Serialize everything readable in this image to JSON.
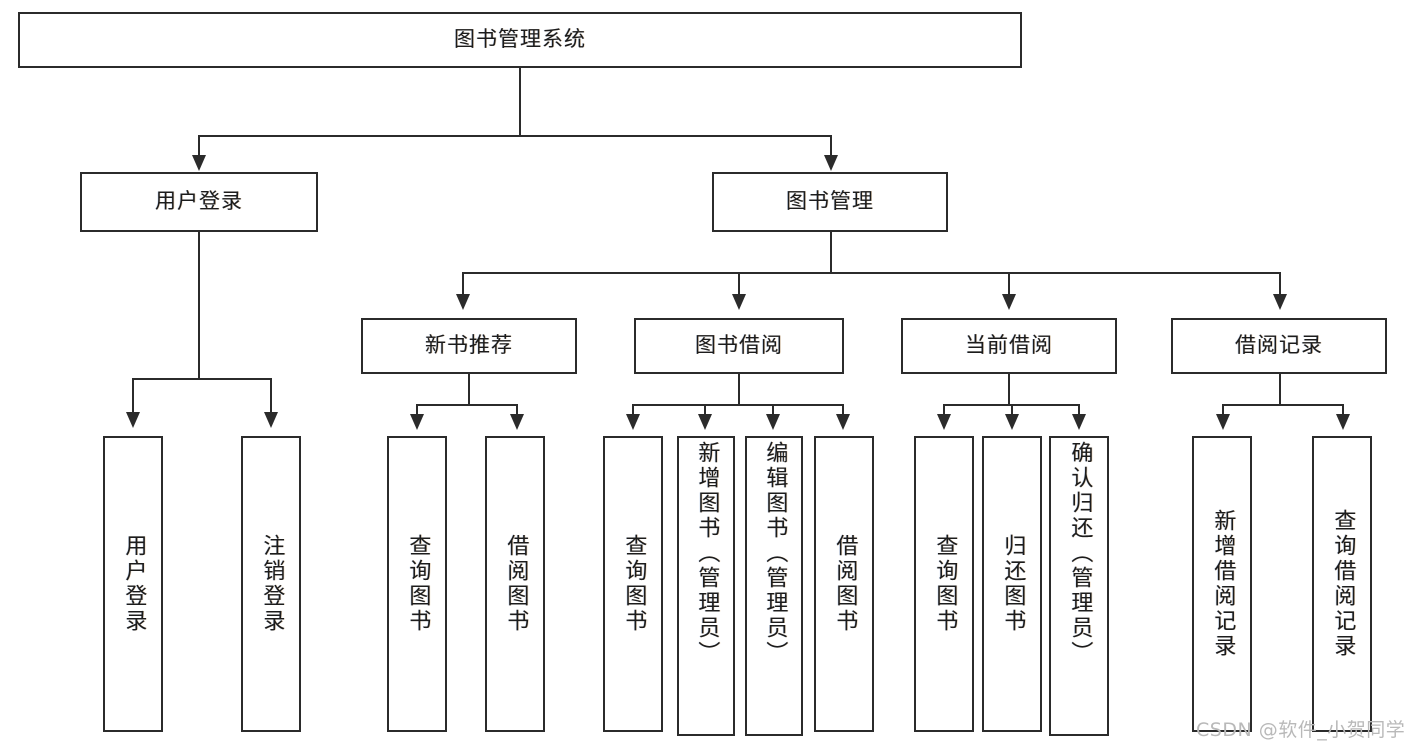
{
  "diagram": {
    "type": "tree-hierarchy",
    "title": "图书管理系统",
    "root": {
      "id": "root",
      "label": "图书管理系统"
    },
    "level2": [
      {
        "id": "user-login",
        "label": "用户登录"
      },
      {
        "id": "book-manage",
        "label": "图书管理"
      }
    ],
    "level3": [
      {
        "id": "new-book-recommend",
        "label": "新书推荐",
        "parent": "book-manage"
      },
      {
        "id": "book-borrow",
        "label": "图书借阅",
        "parent": "book-manage"
      },
      {
        "id": "current-borrow",
        "label": "当前借阅",
        "parent": "book-manage"
      },
      {
        "id": "borrow-record",
        "label": "借阅记录",
        "parent": "book-manage"
      }
    ],
    "leaves": [
      {
        "id": "leaf-user-login",
        "label": "用户登录",
        "parent": "user-login"
      },
      {
        "id": "leaf-user-logout",
        "label": "注销登录",
        "parent": "user-login"
      },
      {
        "id": "leaf-query-book-1",
        "label": "查询图书",
        "parent": "new-book-recommend"
      },
      {
        "id": "leaf-borrow-book-1",
        "label": "借阅图书",
        "parent": "new-book-recommend"
      },
      {
        "id": "leaf-query-book-2",
        "label": "查询图书",
        "parent": "book-borrow"
      },
      {
        "id": "leaf-add-book",
        "label": "新增图书（管理员）",
        "parent": "book-borrow"
      },
      {
        "id": "leaf-edit-book",
        "label": "编辑图书（管理员）",
        "parent": "book-borrow"
      },
      {
        "id": "leaf-borrow-book-2",
        "label": "借阅图书",
        "parent": "book-borrow"
      },
      {
        "id": "leaf-query-book-3",
        "label": "查询图书",
        "parent": "current-borrow"
      },
      {
        "id": "leaf-return-book",
        "label": "归还图书",
        "parent": "current-borrow"
      },
      {
        "id": "leaf-confirm-return",
        "label": "确认归还（管理员）",
        "parent": "current-borrow"
      },
      {
        "id": "leaf-add-record",
        "label": "新增借阅记录",
        "parent": "borrow-record"
      },
      {
        "id": "leaf-query-record",
        "label": "查询借阅记录",
        "parent": "borrow-record"
      }
    ],
    "watermark": "CSDN @软件_小贺同学",
    "colors": {
      "background": "#ffffff",
      "box_border": "#2b2b2b",
      "connector": "#2b2b2b",
      "text": "#1c1c1c",
      "watermark": "#b9b9b9"
    }
  }
}
